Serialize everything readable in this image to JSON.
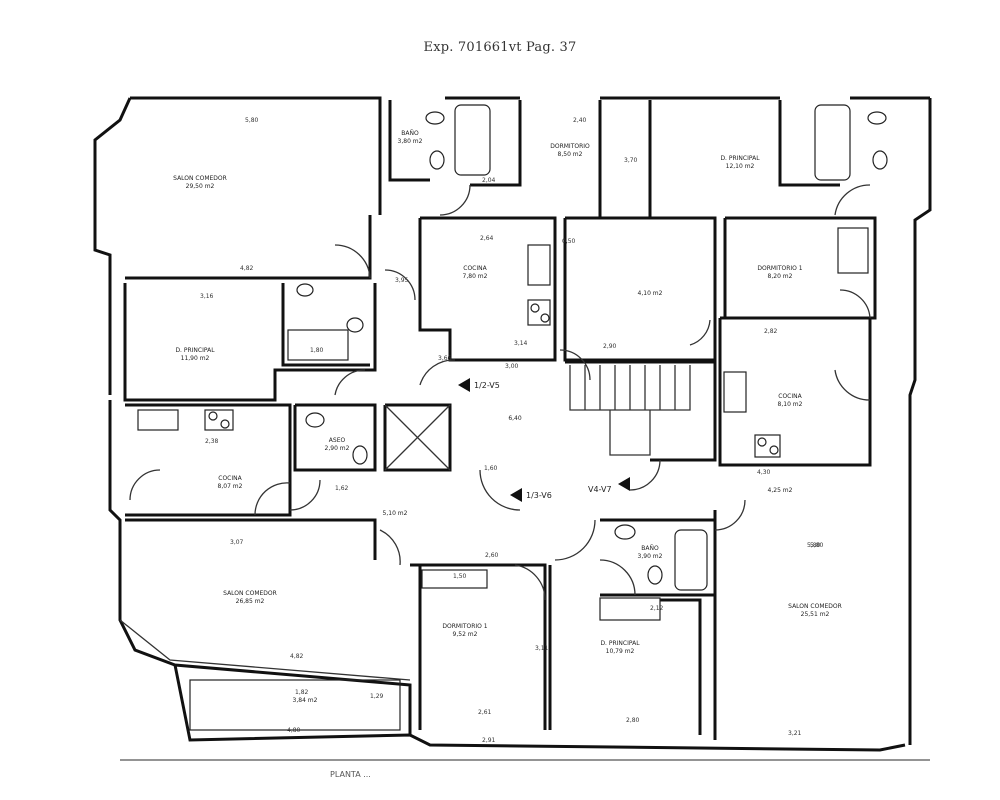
{
  "header": {
    "text": "Exp. 701661vt Pag. 37"
  },
  "footer": {
    "text": "PLANTA ..."
  },
  "markers": [
    {
      "id": "m1",
      "label": "1/2-V5"
    },
    {
      "id": "m2",
      "label": "1/3-V6"
    },
    {
      "id": "m3",
      "label": "V4-V7"
    }
  ],
  "rooms": [
    {
      "id": "salon-top-left",
      "name": "SALON COMEDOR",
      "area": "29,50 m2"
    },
    {
      "id": "bano-top",
      "name": "BAÑO",
      "area": "3,80 m2"
    },
    {
      "id": "dorm-top",
      "name": "DORMITORIO",
      "area": "8,50 m2"
    },
    {
      "id": "dorm-principal-top",
      "name": "D. PRINCIPAL",
      "area": "12,10 m2"
    },
    {
      "id": "cocina-top-center",
      "name": "COCINA",
      "area": "7,80 m2"
    },
    {
      "id": "hall-top",
      "name": "",
      "area": "4,10 m2"
    },
    {
      "id": "dorm-right",
      "name": "DORMITORIO 1",
      "area": "8,20 m2"
    },
    {
      "id": "d-principal-left",
      "name": "D. PRINCIPAL",
      "area": "11,90 m2"
    },
    {
      "id": "cocina-right",
      "name": "COCINA",
      "area": "8,10 m2"
    },
    {
      "id": "escalera",
      "name": "",
      "area": "6,40"
    },
    {
      "id": "bano-mid",
      "name": "ASEO",
      "area": "2,90 m2"
    },
    {
      "id": "cocina-left",
      "name": "COCINA",
      "area": "8,07 m2"
    },
    {
      "id": "hall-mid",
      "name": "",
      "area": "5,10 m2"
    },
    {
      "id": "salon-bottom-left",
      "name": "SALON COMEDOR",
      "area": "26,85 m2"
    },
    {
      "id": "terraza",
      "name": "",
      "area": "3,84 m2"
    },
    {
      "id": "dorm-bottom",
      "name": "DORMITORIO 1",
      "area": "9,52 m2"
    },
    {
      "id": "bano-bottom",
      "name": "BAÑO",
      "area": "3,90 m2"
    },
    {
      "id": "d-principal-bottom",
      "name": "D. PRINCIPAL",
      "area": "10,79 m2"
    },
    {
      "id": "salon-bottom-right",
      "name": "SALON COMEDOR",
      "area": "25,51 m2"
    },
    {
      "id": "hall-right",
      "name": "",
      "area": "4,25 m2"
    }
  ],
  "dimensions": [
    "5,80",
    "4,82",
    "2,40",
    "2,64",
    "3,16",
    "3,95",
    "1,80",
    "2,38",
    "1,62",
    "3,07",
    "5,80",
    "4,82",
    "2,61",
    "3,11",
    "2,80",
    "2,60",
    "3,21",
    "1,82",
    "3,70",
    "1,50",
    "2,91",
    "4,30",
    "2,82",
    "3,14",
    "2,04",
    "0,50",
    "1,29",
    "4,80",
    "5,80",
    "3,00",
    "2,12",
    "1,60",
    "3,66",
    "2,90"
  ]
}
